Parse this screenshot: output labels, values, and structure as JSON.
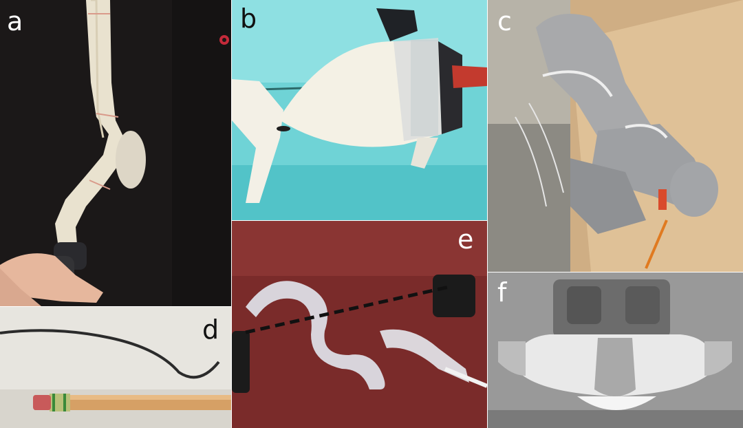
{
  "figure": {
    "panels": [
      {
        "id": "a",
        "label": "a",
        "subject": "soft-arm-on-hand"
      },
      {
        "id": "b",
        "label": "b",
        "subject": "soft-robotic-fish"
      },
      {
        "id": "c",
        "label": "c",
        "subject": "inflatable-robot-arm"
      },
      {
        "id": "d",
        "label": "d",
        "subject": "thin-wire-and-pencil"
      },
      {
        "id": "e",
        "label": "e",
        "subject": "pneumatic-snake-robot"
      },
      {
        "id": "f",
        "label": "f",
        "subject": "soft-jellyfish-gripper"
      }
    ],
    "colors": {
      "panel_a_bg": "#1a1717",
      "panel_b_water": "#6fd3d6",
      "panel_c_bg": "#d9b78c",
      "panel_d_bg": "#e8e6e1",
      "panel_e_carpet": "#7e2c2b",
      "panel_f_bg": "#9a9a9a"
    }
  }
}
